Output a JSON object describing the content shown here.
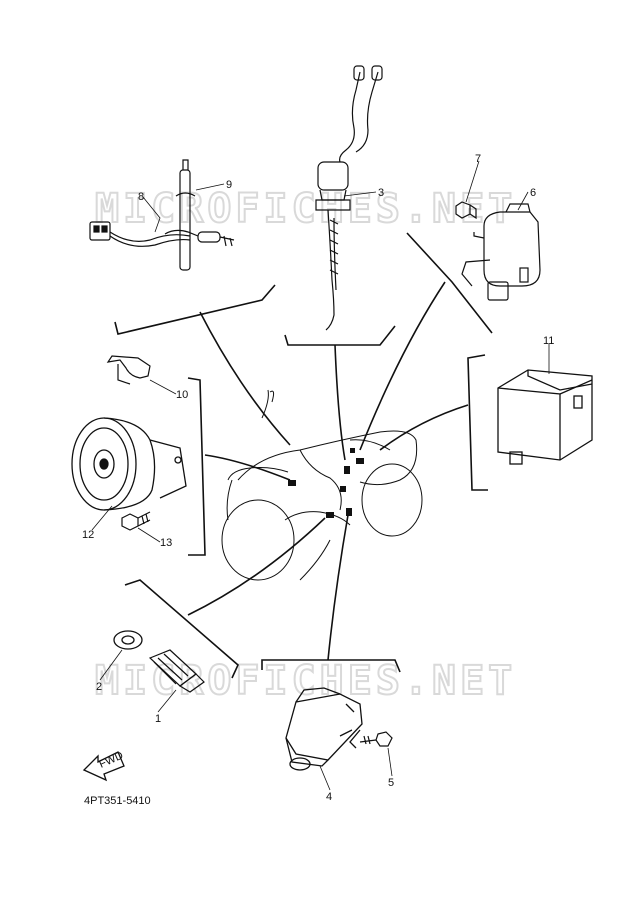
{
  "diagram": {
    "watermark": "MICROFICHES.NET",
    "drawing_code": "4PT351-5410",
    "fwd_label": "FWD",
    "callouts": [
      "1",
      "2",
      "3",
      "4",
      "5",
      "6",
      "7",
      "8",
      "9",
      "10",
      "11",
      "12",
      "13"
    ]
  }
}
